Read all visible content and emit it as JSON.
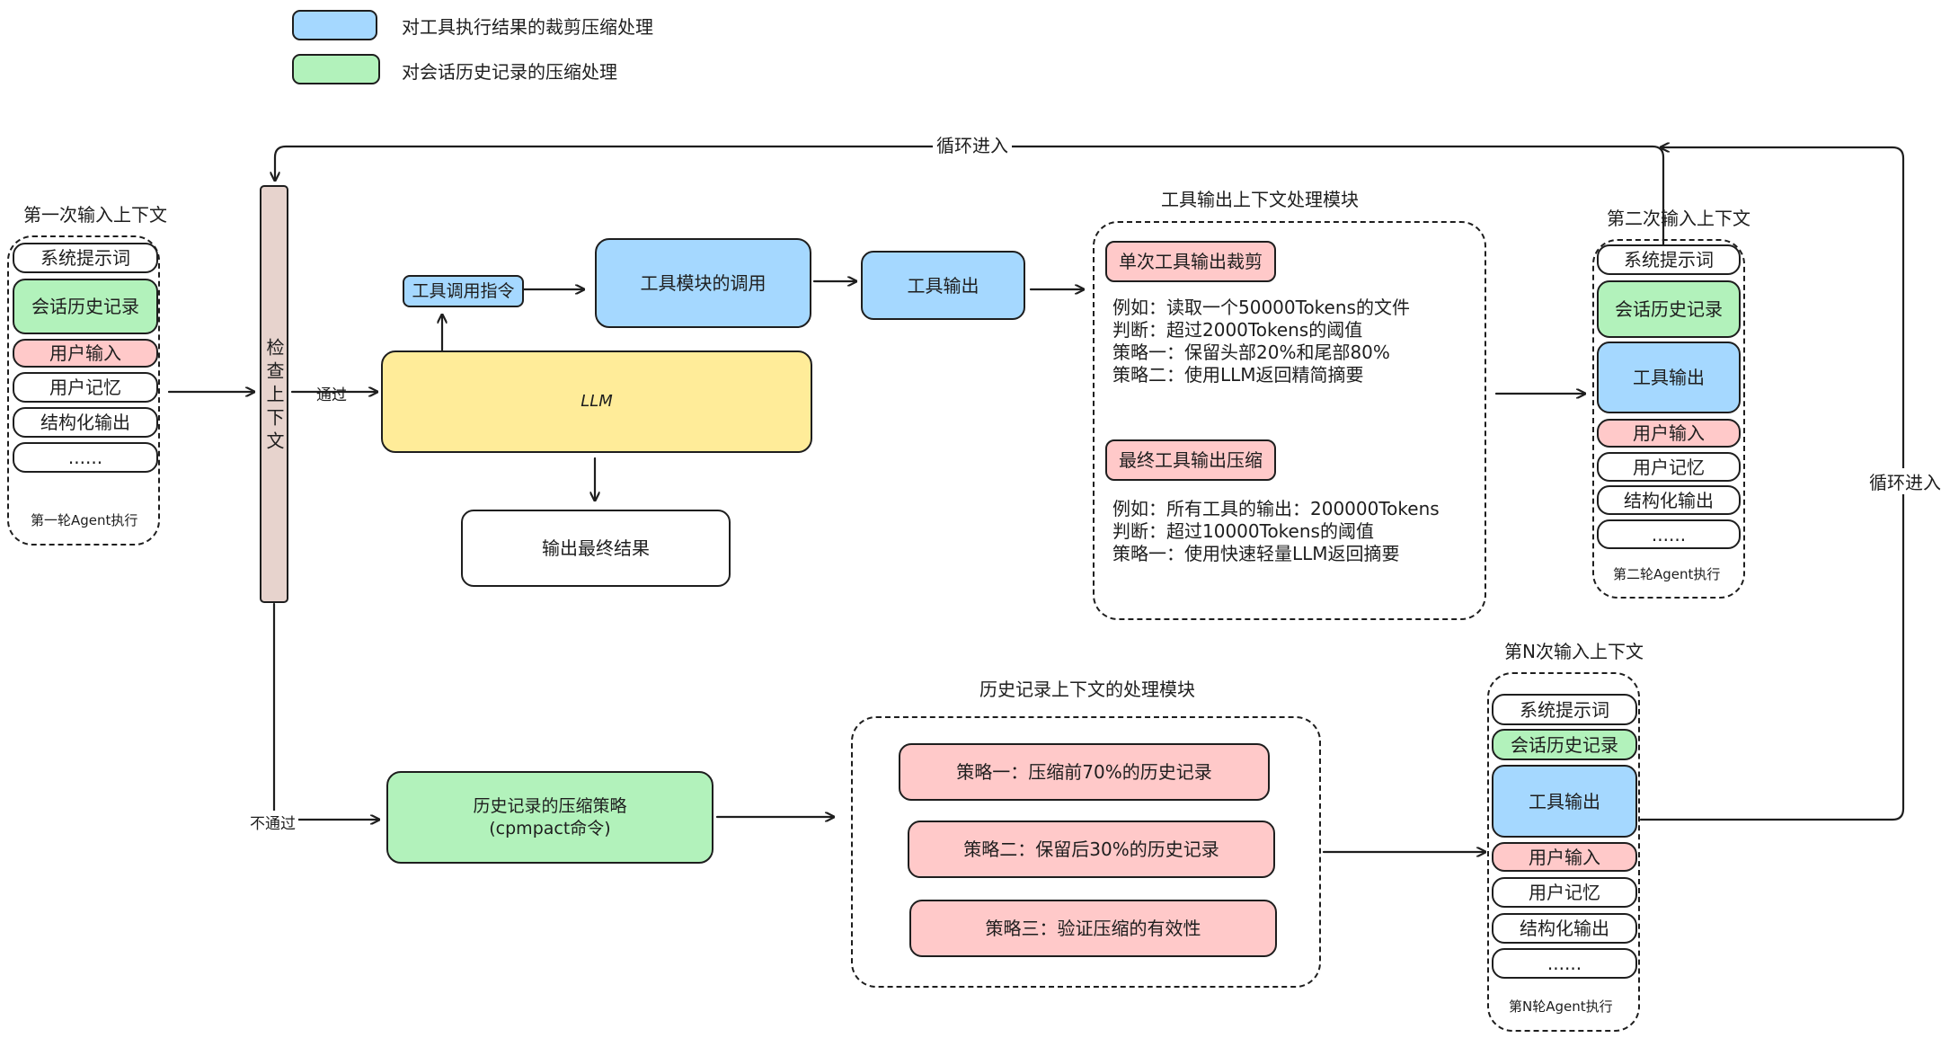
{
  "legend": {
    "blue_label": "对工具执行结果的裁剪压缩处理",
    "green_label": "对会话历史记录的压缩处理"
  },
  "first_context": {
    "title": "第一次输入上下文",
    "items": [
      "系统提示词",
      "会话历史记录",
      "用户输入",
      "用户记忆",
      "结构化输出",
      "......"
    ],
    "caption": "第一轮Agent执行"
  },
  "check": {
    "label": "检查上下文",
    "pass": "通过",
    "fail": "不通过"
  },
  "loop_label": "循环进入",
  "llm": {
    "llm_label": "LLM",
    "tool_cmd": "工具调用指令",
    "tool_call": "工具模块的调用",
    "tool_output": "工具输出",
    "final_output": "输出最终结果"
  },
  "tool_module": {
    "title": "工具输出上下文处理模块",
    "single_title": "单次工具输出裁剪",
    "single_lines": [
      "例如：读取一个50000Tokens的文件",
      "判断：超过2000Tokens的阈值",
      "策略一：保留头部20%和尾部80%",
      "策略二：使用LLM返回精简摘要"
    ],
    "final_title": "最终工具输出压缩",
    "final_lines": [
      "例如：所有工具的输出：200000Tokens",
      "判断：超过10000Tokens的阈值",
      "策略一：使用快速轻量LLM返回摘要"
    ]
  },
  "second_context": {
    "title": "第二次输入上下文",
    "items": [
      "系统提示词",
      "会话历史记录",
      "工具输出",
      "用户输入",
      "用户记忆",
      "结构化输出",
      "......"
    ],
    "caption": "第二轮Agent执行"
  },
  "history": {
    "strategy_box": "历史记录的压缩策略\n(cpmpact命令)",
    "title": "历史记录上下文的处理模块",
    "strategies": [
      "策略一：压缩前70%的历史记录",
      "策略二：保留后30%的历史记录",
      "策略三：验证压缩的有效性"
    ]
  },
  "nth_context": {
    "title": "第N次输入上下文",
    "items": [
      "系统提示词",
      "会话历史记录",
      "工具输出",
      "用户输入",
      "用户记忆",
      "结构化输出",
      "......"
    ],
    "caption": "第N轮Agent执行"
  },
  "colors": {
    "blue": "#a5d8ff",
    "green": "#b2f2bb",
    "pink": "#ffc9c9",
    "yellow": "#ffec99",
    "tan": "#e7d3cd"
  }
}
